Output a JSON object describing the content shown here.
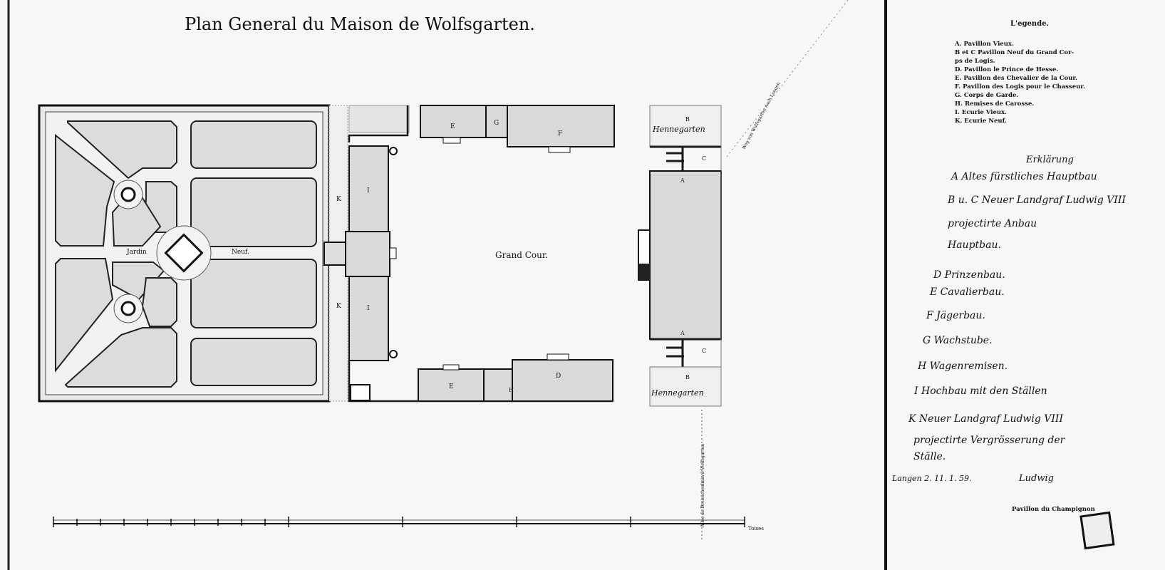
{
  "title": "Plan General du Maison de Wolfsgarten.",
  "plan_labels": {
    "garden": "Jardin",
    "garden_2": "Neuf.",
    "court": "Grand Cour.",
    "E_top": "E",
    "G_top": "G",
    "F": "F",
    "I_top": "I",
    "I_bottom": "I",
    "K_top": "K",
    "K_bottom": "K",
    "E_bottom": "E",
    "D": "D",
    "H_bottom": "H",
    "B_top": "B",
    "B_bottom": "B",
    "C_top": "C",
    "C_bottom": "C",
    "A_top": "A",
    "A_bottom": "A",
    "garden_top_right": "Hennegarten",
    "garden_bottom_right": "Hennegarten",
    "road_right": "Weg von Wolfsgarten nach Langen",
    "road_bottom": "Allee de Dreieichenhain à Wolfsgarten"
  },
  "legend": {
    "heading": "L'egende.",
    "items": [
      "A. Pavillon Vieux.",
      "B et C Pavillon Neuf du Grand Cor-",
      "ps de Logis.",
      "D. Pavillon le Prince de Hesse.",
      "E. Pavillon des Chevalier de la Cour.",
      "F. Pavillon des Logis pour le Chasseur.",
      "G. Corps de Garde.",
      "H. Remises de Carosse.",
      "I. Ecurie Vieux.",
      "K. Ecurie Neuf."
    ]
  },
  "handwritten": {
    "heading": "Erklärung",
    "items": [
      "A Altes fürstliches Hauptbau",
      "B u. C Neuer Landgraf Ludwig VIII",
      "projectirte Anbau",
      "Hauptbau.",
      "D Prinzenbau.",
      "E Cavalierbau.",
      "F Jägerbau.",
      "G Wachstube.",
      "H Wagenremisen.",
      "I Hochbau mit den Ställen",
      "K Neuer Landgraf Ludwig VIII",
      "projectirte Vergrösserung der",
      "Ställe."
    ],
    "date": "Langen 2. 11. 1. 59.",
    "signature": "Ludwig"
  },
  "bottom_right": "Pavillon du Champignon",
  "scale_label": "Toises"
}
